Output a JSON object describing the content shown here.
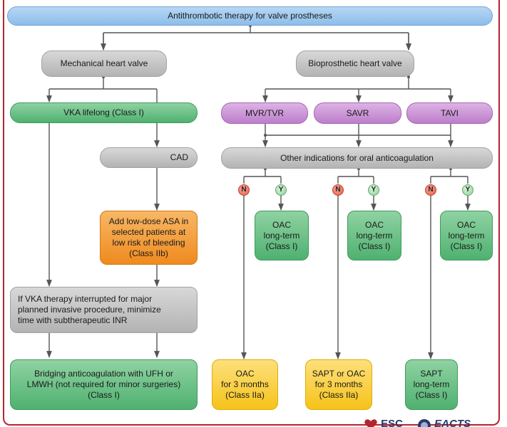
{
  "title": "Antithrombotic therapy for valve prostheses",
  "mechanical": {
    "label": "Mechanical heart valve",
    "vka": "VKA lifelong (Class I)",
    "cad": "CAD",
    "asa": "Add low-dose ASA in\nselected patients at\nlow risk of bleeding\n(Class IIb)",
    "interrupt": "If VKA therapy interrupted for major\nplanned invasive procedure, minimize\ntime with subtherapeutic INR",
    "bridging": "Bridging anticoagulation with UFH or\nLMWH (not required for minor surgeries)\n(Class I)"
  },
  "bioprosthetic": {
    "label": "Bioprosthetic heart valve",
    "mvr": "MVR/TVR",
    "savr": "SAVR",
    "tavi": "TAVI",
    "other": "Other indications for oral anticoagulation",
    "no": "N",
    "yes": "Y",
    "oac_longterm": "OAC\nlong-term\n(Class I)",
    "mvr_no": "OAC\nfor 3 months\n(Class IIa)",
    "savr_no": "SAPT or OAC\nfor 3 months\n(Class IIa)",
    "tavi_no": "SAPT\nlong-term\n(Class I)"
  },
  "logos": {
    "esc": "ESC",
    "eacts": "EACTS"
  },
  "colors": {
    "border": "#b3262e",
    "grey": "#b3b3b3",
    "green": "#4fb170",
    "purple": "#bd7ecb",
    "orange": "#ef8a1f",
    "yellow": "#f6c319",
    "blue": "#8cbde9",
    "no": "#e35d48",
    "yes": "#8fd39b"
  },
  "icons": {
    "esc_logo": "heart-logo-icon",
    "eacts_logo": "eacts-seal-icon"
  }
}
